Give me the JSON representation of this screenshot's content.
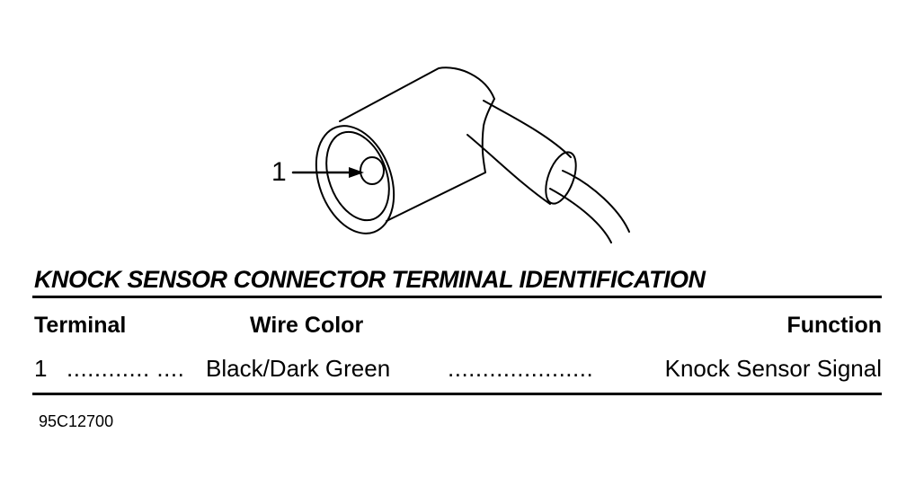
{
  "diagram": {
    "callout_number": "1"
  },
  "table": {
    "title": "KNOCK SENSOR CONNECTOR TERMINAL IDENTIFICATION",
    "headers": {
      "terminal": "Terminal",
      "wire_color": "Wire Color",
      "function": "Function"
    },
    "rows": [
      {
        "terminal": "1",
        "leader_a": "............ ....",
        "wire_color": "Black/Dark Green",
        "leader_b": ".....................",
        "function": "Knock Sensor Signal"
      }
    ]
  },
  "figure_code": "95C12700"
}
